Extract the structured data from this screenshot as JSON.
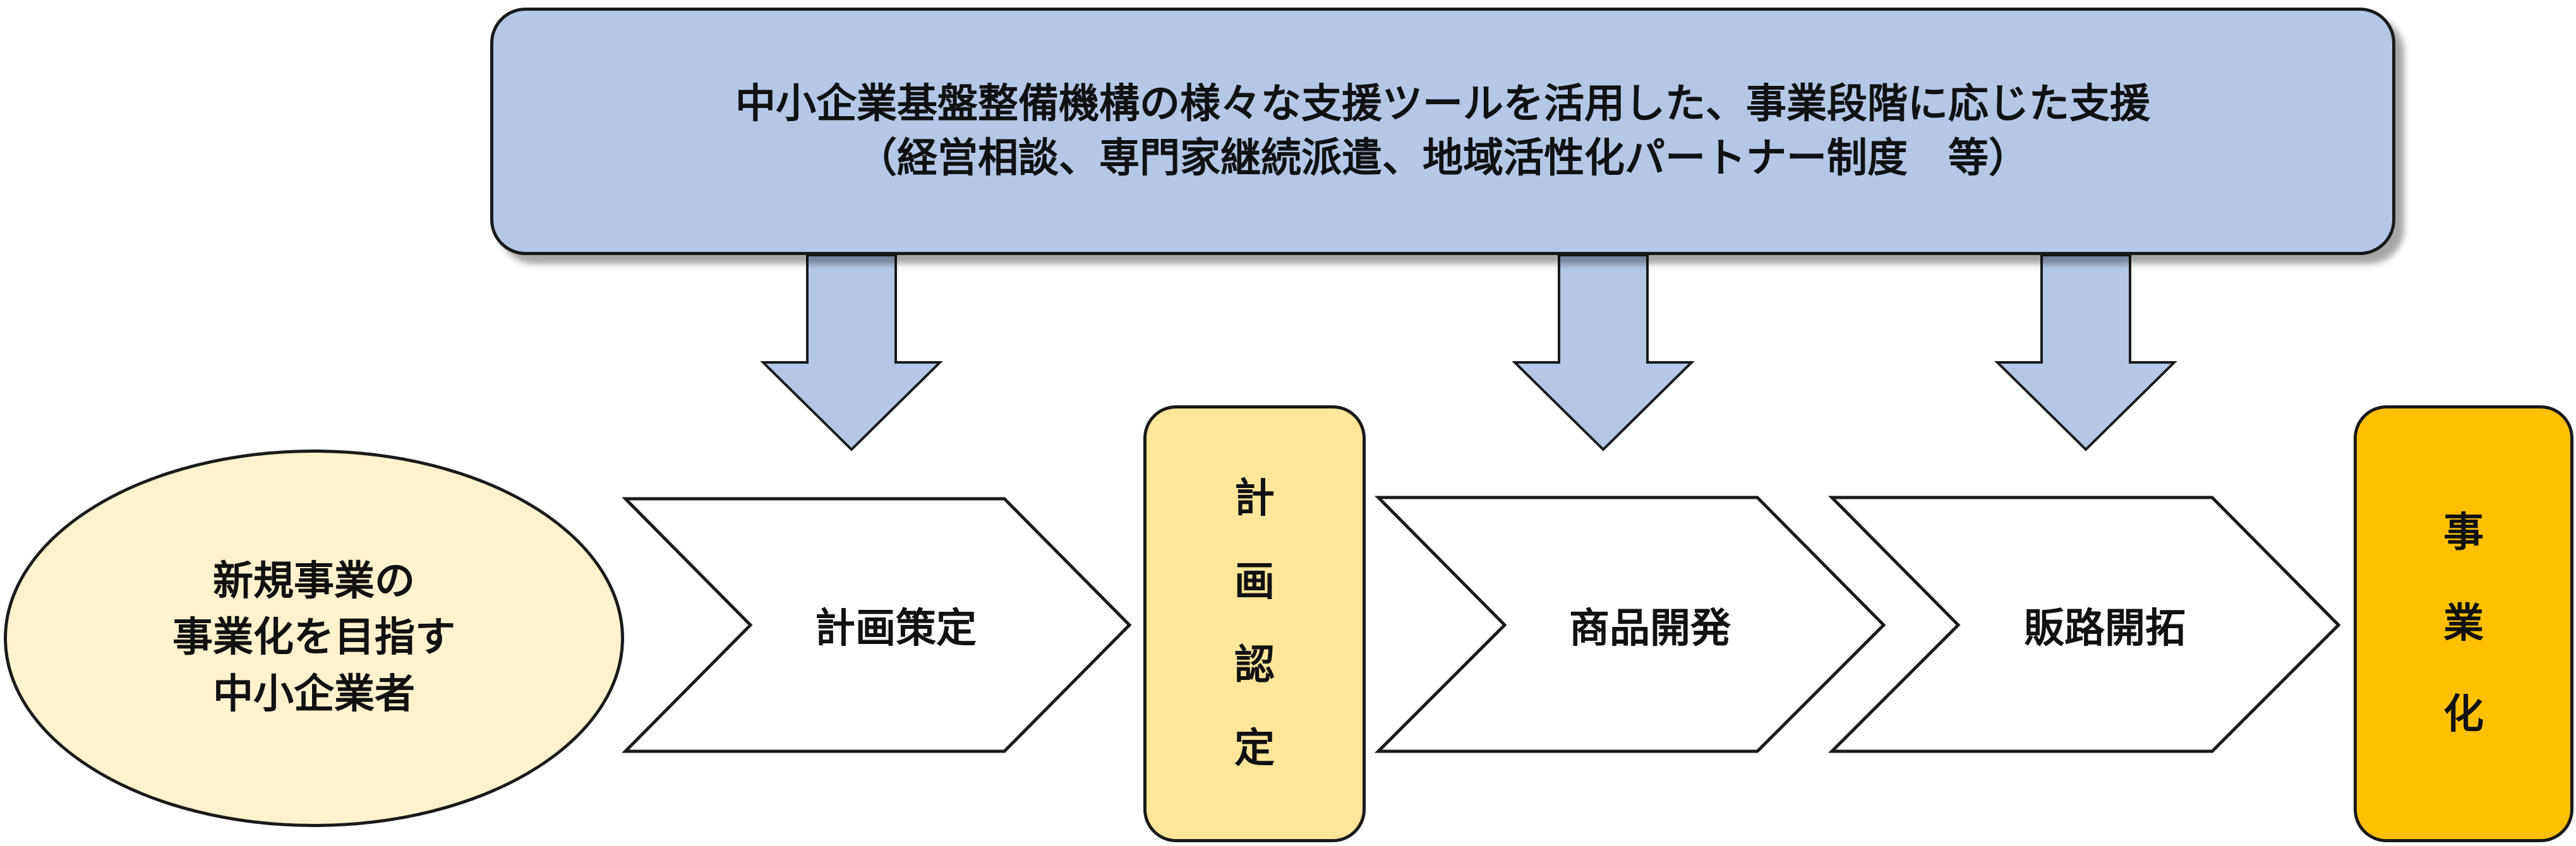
{
  "banner": {
    "line1": "中小企業基盤整備機構の様々な支援ツールを活用した、事業段階に応じた支援",
    "line2": "（経営相談、専門家継続派遣、地域活性化パートナー制度　等）"
  },
  "start": {
    "line1": "新規事業の",
    "line2": "事業化を目指す",
    "line3": "中小企業者"
  },
  "steps": {
    "plan": "計画策定",
    "product": "商品開発",
    "sales": "販路開拓"
  },
  "certification": [
    "計",
    "画",
    "認",
    "定"
  ],
  "result": [
    "事",
    "業",
    "化"
  ],
  "colors": {
    "banner_fill": "#b4c7e7",
    "arrow_fill": "#b4c7e7",
    "start_fill": "#fff2cc",
    "certification_fill": "#ffe699",
    "result_fill": "#ffc000",
    "step_fill": "#ffffff",
    "outline": "#1a1a1a"
  }
}
